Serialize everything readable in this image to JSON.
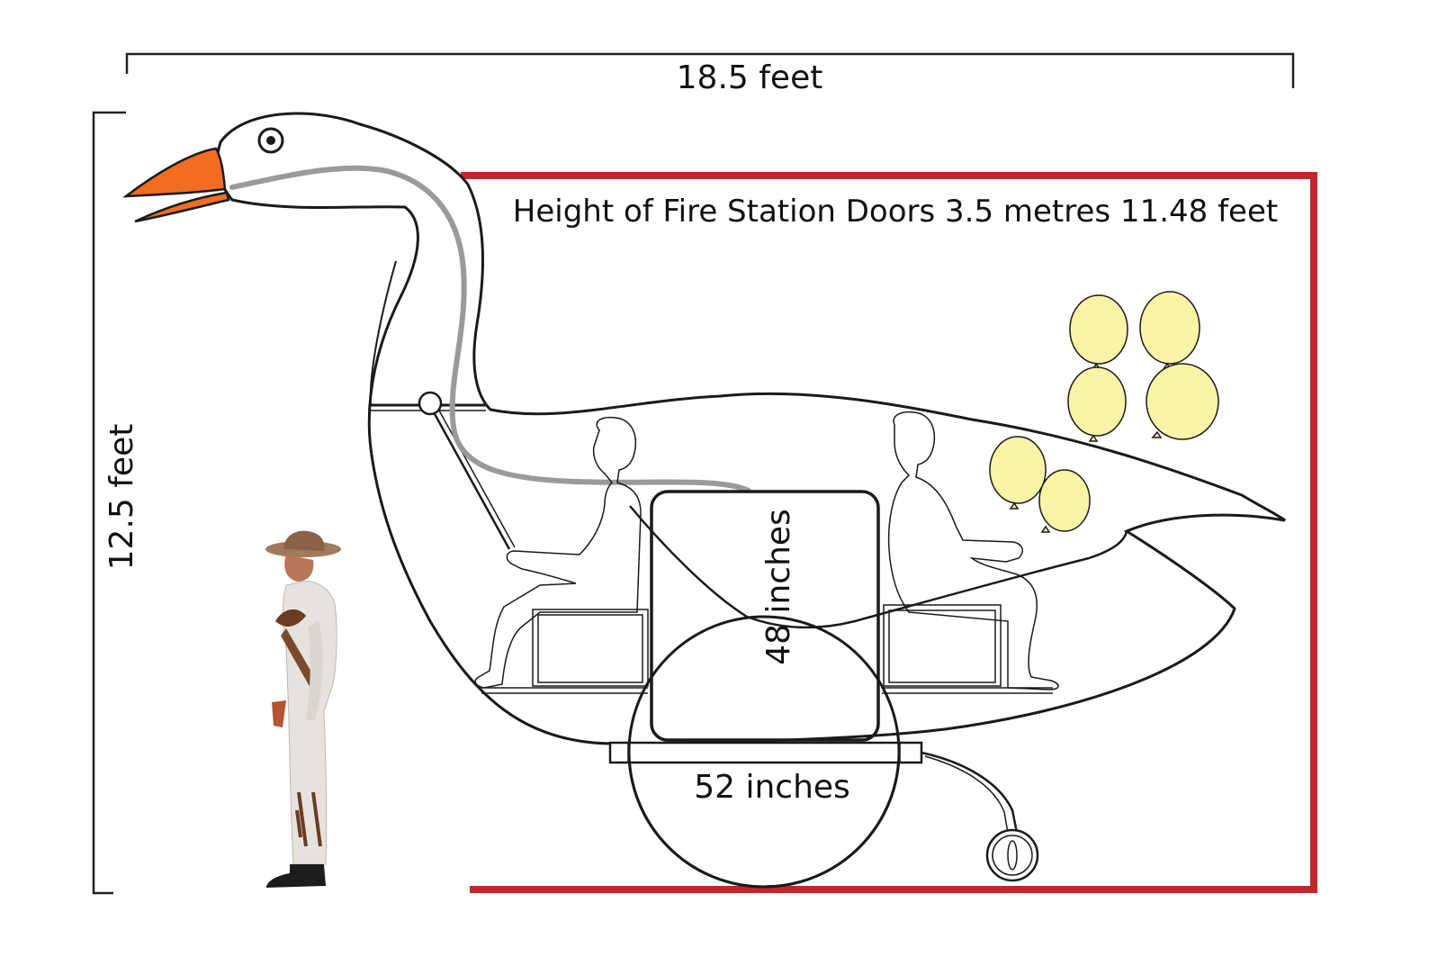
{
  "dimensions": {
    "width_label": "18.5 feet",
    "height_label": "12.5 feet",
    "door_label": "Height of Fire Station Doors 3.5 metres 11.48 feet",
    "box_height_label": "48 inches",
    "wheel_diameter_label": "52 inches"
  },
  "colors": {
    "door_frame": "#c1272d",
    "beak": "#f26c21",
    "balloon": "#fbf3a6",
    "steering_pipe": "#9a9a9a",
    "outline": "#1a1a1a"
  },
  "figures": {
    "person_icon": "standing-man-in-hat",
    "balloon_count": 6,
    "seated_people": 2
  }
}
